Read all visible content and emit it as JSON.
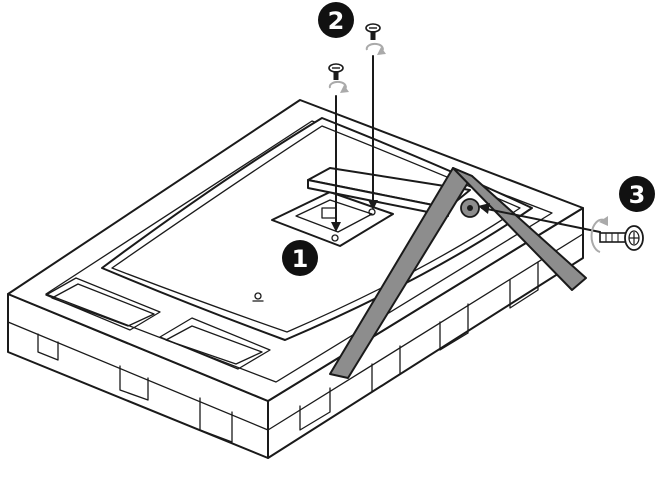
{
  "steps": [
    {
      "label": "1"
    },
    {
      "label": "2"
    },
    {
      "label": "3"
    }
  ],
  "colors": {
    "line": "#1a1a1a",
    "stand": "#8d8d8d",
    "badge_fill": "#111111",
    "badge_text": "#ffffff",
    "rotate_arrow": "#aaaaaa"
  },
  "icons": [
    "screw-icon",
    "rotate-arrow-icon",
    "thumb-screw-icon"
  ]
}
